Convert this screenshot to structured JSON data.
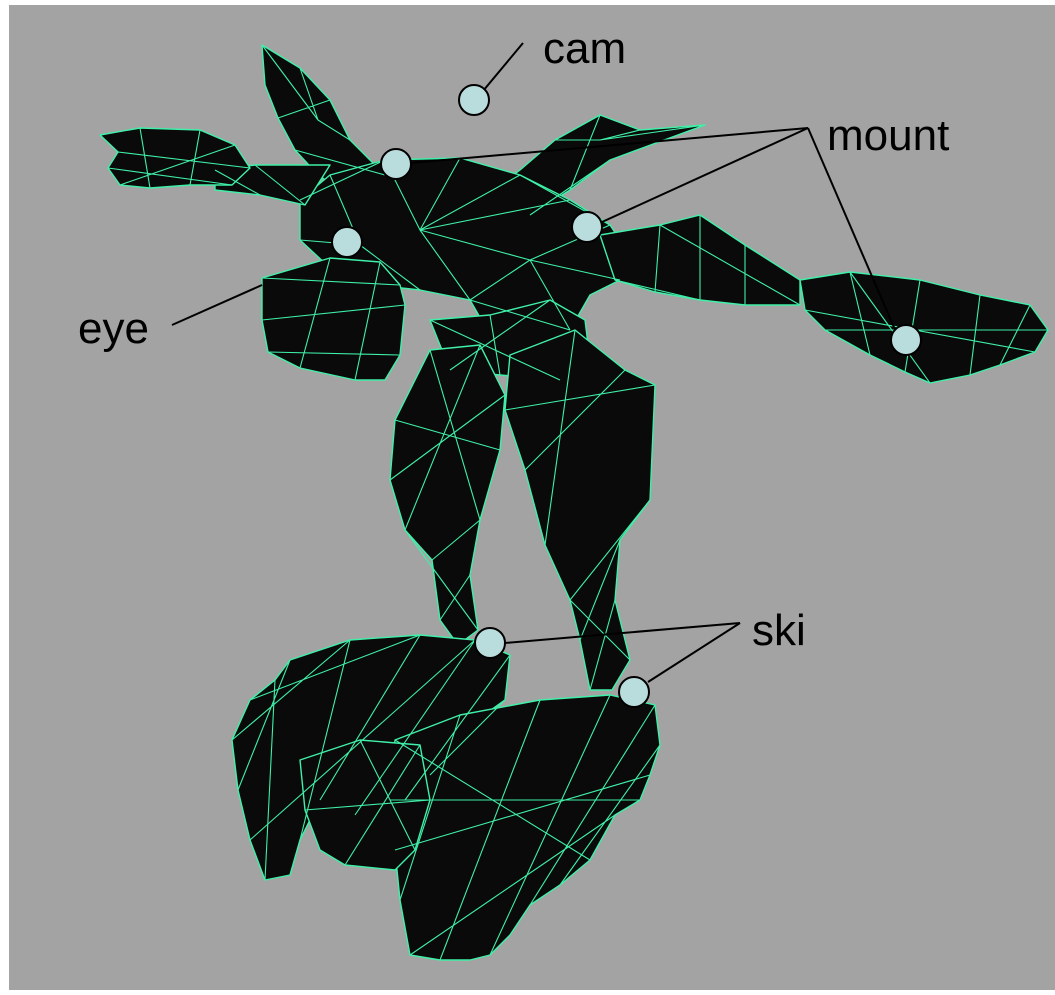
{
  "diagram": {
    "background_color": "#a3a3a3",
    "mesh_fill_color": "#0a0a0a",
    "wire_color": "#3ff0a8",
    "node_color": "#b9dcdc",
    "labels": {
      "cam": "cam",
      "mount": "mount",
      "eye": "eye",
      "ski": "ski"
    }
  }
}
